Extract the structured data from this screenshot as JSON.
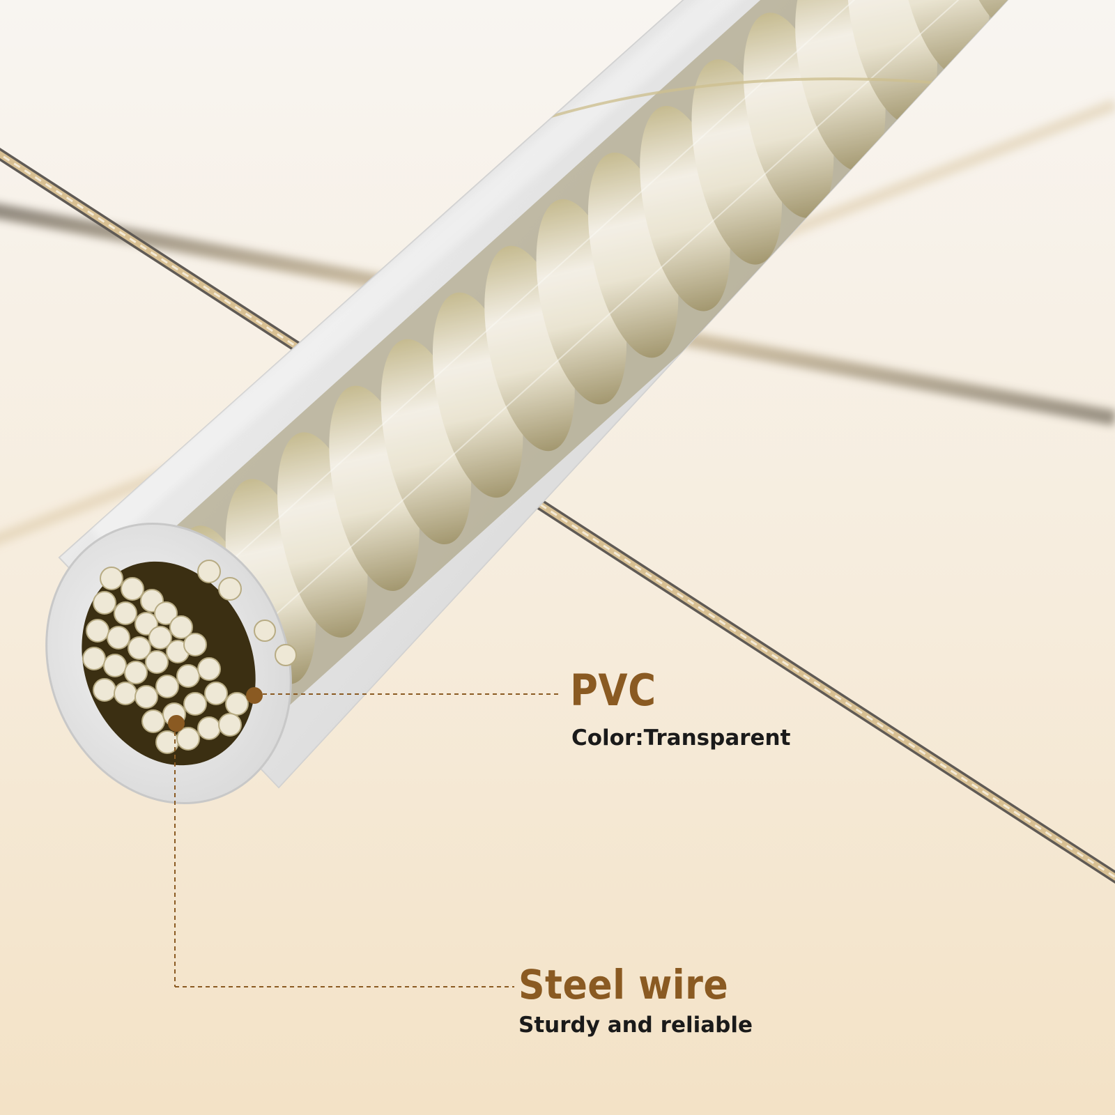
{
  "colors": {
    "background_top": "#f7f3ee",
    "background_bottom": "#f3e3c8",
    "accent": "#8a5a22",
    "jacket": "#e6e6e6",
    "strand": "#e3ddc6",
    "strand_shadow": "#6b6137",
    "text_dark": "#1a1a1a"
  },
  "callouts": {
    "pvc": {
      "title": "PVC",
      "subtitle": "Color:Transparent"
    },
    "steel": {
      "title": "Steel wire",
      "subtitle": "Sturdy and reliable"
    }
  }
}
